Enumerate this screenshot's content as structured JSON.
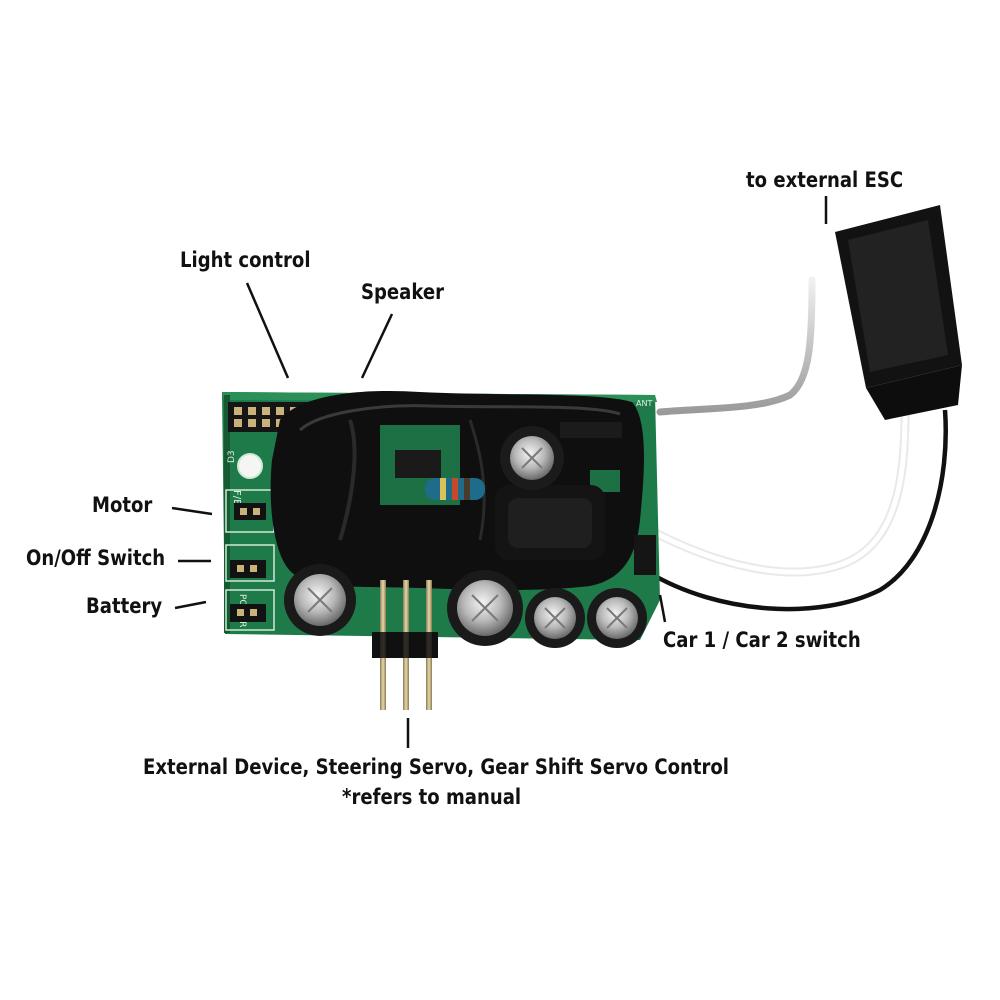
{
  "labels": {
    "light_control": "Light control",
    "speaker": "Speaker",
    "motor": "Motor",
    "on_off_switch": "On/Off Switch",
    "battery": "Battery",
    "external_esc": "to external ESC",
    "car_switch": "Car 1 / Car 2 switch",
    "servo_control": "External Device, Steering Servo, Gear Shift Servo Control",
    "manual_note": "*refers to manual"
  },
  "board_silkscreen": {
    "d3": "D3",
    "fb": "F/B",
    "power": "POWER",
    "ant": "ANT"
  },
  "colors": {
    "pcb_green": "#1f7a4a",
    "pcb_dark": "#155c36",
    "epoxy": "#0f0f10",
    "wire_white": "#f2f2f2",
    "wire_black": "#111111",
    "antenna_silver": "#c8c8c8",
    "label_text": "#111111"
  }
}
